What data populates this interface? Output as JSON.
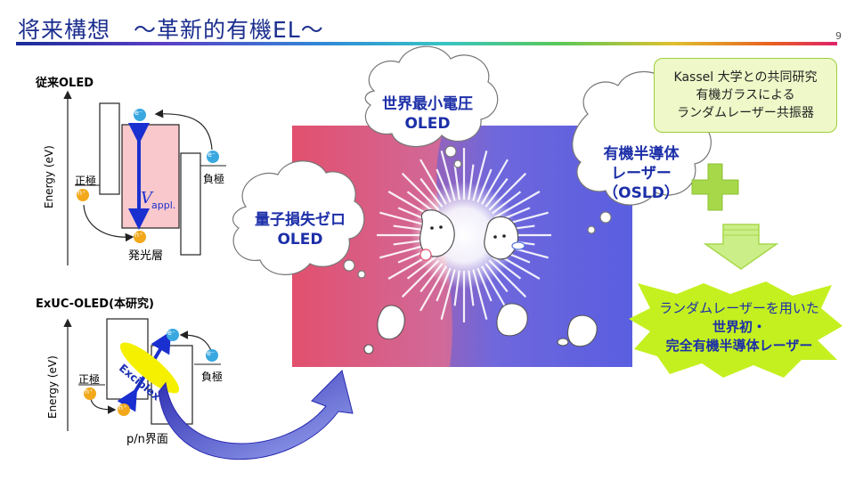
{
  "slide": {
    "title": "将来構想　～革新的有機EL～",
    "page_number": "9"
  },
  "top_diagram": {
    "heading": "従来OLED",
    "y_axis": "Energy (eV)",
    "anode_label": "正極",
    "cathode_label": "負極",
    "electron": "e⁻",
    "hole": "h⁺",
    "voltage_symbol": "V",
    "voltage_sub": "appl.",
    "layer_label": "発光層"
  },
  "bottom_diagram": {
    "heading": "ExUC-OLED(本研究)",
    "y_axis": "Energy (eV)",
    "anode_label": "正極",
    "cathode_label": "負極",
    "electron": "e⁻",
    "hole": "h⁺",
    "exciplex": "Exciplex",
    "interface_label": "p/n界面"
  },
  "clouds": {
    "zero_loss": [
      "量子損失ゼロ",
      "OLED"
    ],
    "min_voltage": [
      "世界最小電圧",
      "OLED"
    ],
    "laser": [
      "有機半導体",
      "レーザー",
      "（OSLD）"
    ]
  },
  "kassel_box": {
    "lines": [
      "Kassel 大学との共同研究",
      "有機ガラスによる",
      "ランダムレーザー共振器"
    ]
  },
  "outcome": {
    "lines": [
      "ランダムレーザーを用いた",
      "世界初・",
      "完全有機半導体レーザー"
    ]
  },
  "colors": {
    "title": "#1c2f8f",
    "cloud_text": "#1c2fa8",
    "plus": "#a6d84a",
    "electron": "#3aa8e0",
    "hole": "#f2a81a",
    "voltage_arrow": "#1a2fd0",
    "exciplex_fill": "#f4f000",
    "photo_left": "#e8506e",
    "photo_right": "#5a5ee0"
  }
}
